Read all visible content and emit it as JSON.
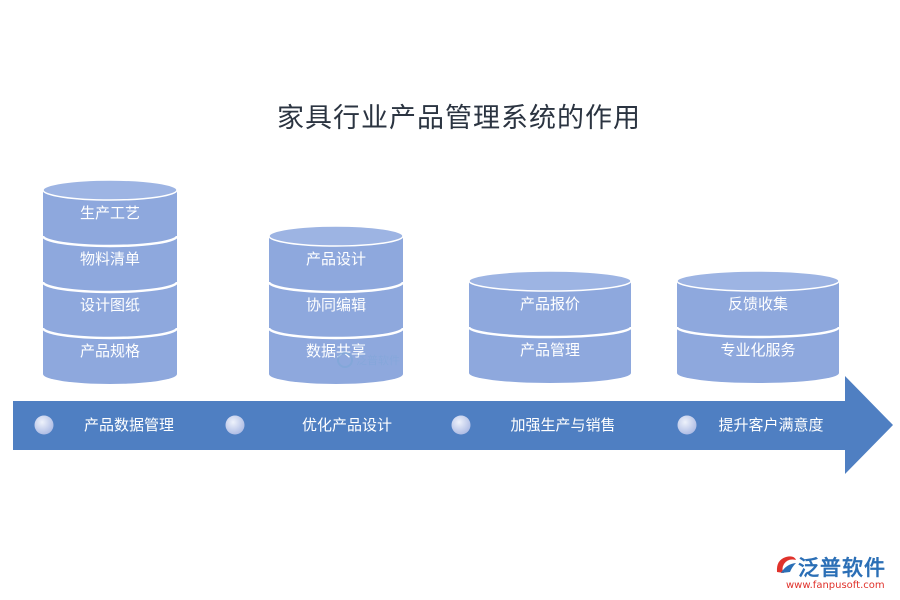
{
  "title": "家具行业产品管理系统的作用",
  "columns": [
    {
      "label": "产品数据管理",
      "items": [
        "生产工艺",
        "物料清单",
        "设计图纸",
        "产品规格"
      ]
    },
    {
      "label": "优化产品设计",
      "items": [
        "产品设计",
        "协同编辑",
        "数据共享"
      ]
    },
    {
      "label": "加强生产与销售",
      "items": [
        "产品报价",
        "产品管理"
      ]
    },
    {
      "label": "提升客户满意度",
      "items": [
        "反馈收集",
        "专业化服务"
      ]
    }
  ],
  "watermark": "泛普软件",
  "logo": {
    "name": "泛普软件",
    "url": "www.fanpusoft.com"
  },
  "colors": {
    "disk": "#8ea8dd",
    "arrow": "#4f7fc2",
    "dot": "#b8c6ea",
    "title": "#2b3441"
  }
}
